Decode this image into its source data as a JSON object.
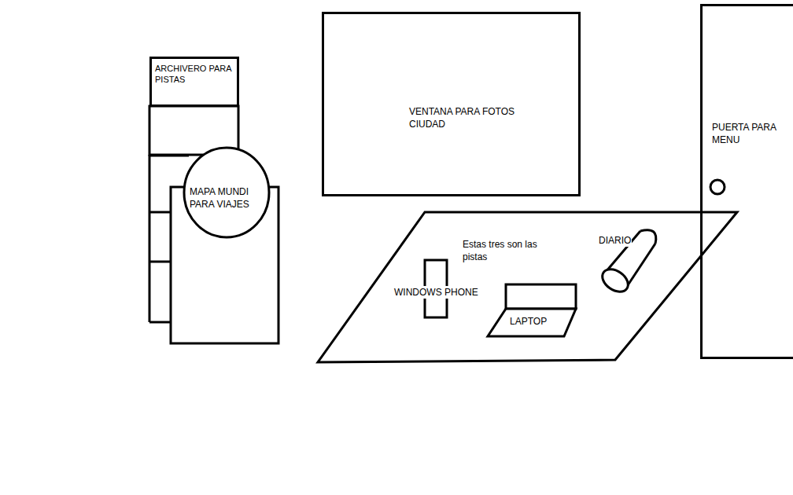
{
  "diagram": {
    "nodes": [
      {
        "text": [
          "ARCHIVERO PARA PISTAS"
        ]
      },
      {
        "text": [
          "VENTANA PARA FOTOS CIUDAD"
        ]
      },
      {
        "text": [
          "PUERTA PARA MENU"
        ]
      },
      {
        "text": [
          "MAPA MUNDI PARA VIAJES"
        ]
      },
      {
        "text": [
          "Estas tres son las pistas"
        ]
      },
      {
        "text": [
          "WINDOWS PHONE"
        ],
        "in": 4
      },
      {
        "text": [
          "LAPTOP"
        ],
        "in": 4
      },
      {
        "text": [
          "DIARIO"
        ],
        "in": 4
      }
    ]
  }
}
